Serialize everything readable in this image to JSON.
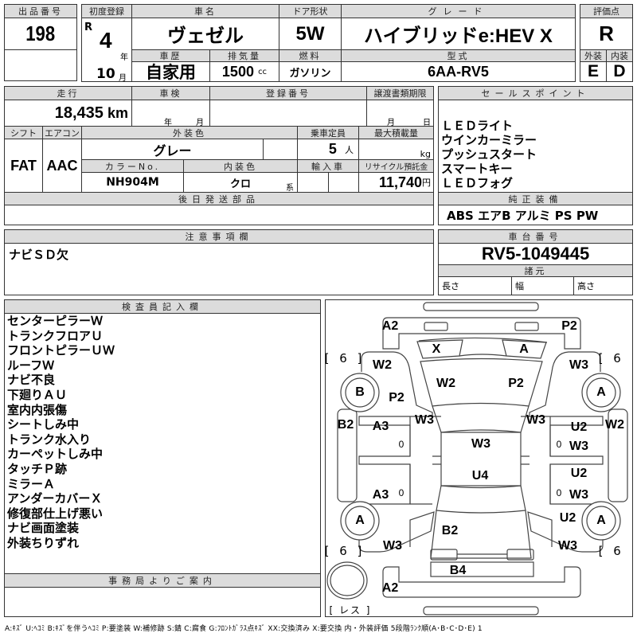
{
  "lot": {
    "label": "出品番号",
    "value": "198"
  },
  "first_reg": {
    "label": "初度登録",
    "era": "R",
    "year": "4",
    "year_unit": "年",
    "month": "10",
    "month_unit": "月"
  },
  "car_name": {
    "label": "車名",
    "value": "ヴェゼル"
  },
  "door": {
    "label": "ドア形状",
    "value": "5W"
  },
  "grade": {
    "label": "グレード",
    "value": "ハイブリッドe:HEV X"
  },
  "history": {
    "label": "車歴",
    "value": "自家用"
  },
  "displacement": {
    "label": "排気量",
    "value": "1500",
    "unit": "cc"
  },
  "fuel": {
    "label": "燃料",
    "value": "ガソリン"
  },
  "model": {
    "label": "型式",
    "value": "6AA-RV5"
  },
  "score": {
    "label": "評価点",
    "value": "R",
    "ext_label": "外装",
    "int_label": "内装",
    "ext": "E",
    "int": "D"
  },
  "mileage": {
    "label": "走行",
    "value": "18,435",
    "unit": "km"
  },
  "inspection": {
    "label": "車検",
    "year_unit": "年",
    "month_unit": "月"
  },
  "reg_no": {
    "label": "登録番号"
  },
  "transfer": {
    "label": "譲渡書類期限",
    "month_unit": "月",
    "day_unit": "日"
  },
  "shift": {
    "label": "シフト",
    "value": "FAT"
  },
  "ac": {
    "label": "エアコン",
    "value": "AAC"
  },
  "ext_color": {
    "label": "外装色",
    "value": "グレー"
  },
  "capacity": {
    "label": "乗車定員",
    "value": "5",
    "unit": "人"
  },
  "max_load": {
    "label": "最大積載量",
    "unit": "kg"
  },
  "color_no": {
    "label": "カラーNo.",
    "value": "NH904M"
  },
  "int_color": {
    "label": "内装色",
    "value": "クロ",
    "suffix": "系"
  },
  "import": {
    "label": "輸入車"
  },
  "recycle": {
    "label": "リサイクル預託金",
    "value": "11,740",
    "unit": "円"
  },
  "later_parts": {
    "label": "後日発送部品"
  },
  "sales_points": {
    "label": "セールスポイント",
    "items": [
      "ＬＥＤライト",
      "ウインカーミラー",
      "プッシュスタート",
      "スマートキー",
      "ＬＥＤフォグ"
    ]
  },
  "equipment": {
    "label": "純正装備",
    "value": "ABS エアB アルミ PS PW"
  },
  "notes": {
    "label": "注意事項欄",
    "value": "ナビＳＤ欠"
  },
  "chassis": {
    "label": "車台番号",
    "value": "RV5-1049445"
  },
  "specs": {
    "label": "諸元",
    "length": "長さ",
    "width": "幅",
    "height": "高さ"
  },
  "inspector": {
    "label": "検査員記入欄",
    "items": [
      "センターピラーＷ",
      "トランクフロアＵ",
      "フロントピラーＵＷ",
      "ルーフＷ",
      "ナビ不良",
      "下廻りＡＵ",
      "室内内張傷",
      "シートしみ中",
      "トランク水入り",
      "カーペットしみ中",
      "タッチＰ跡",
      "ミラーＡ",
      "アンダーカバーＸ",
      "修復部仕上げ悪い",
      "ナビ画面塗装",
      "外装ちりずれ"
    ]
  },
  "office": {
    "label": "事務局よりご案内"
  },
  "diagram": {
    "marks": [
      "A2",
      "P2",
      "X",
      "A",
      "W2",
      "W3",
      "W2",
      "P2",
      "B",
      "A",
      "P2",
      "B2",
      "A3",
      "W3",
      "W3",
      "U2",
      "W2",
      "W3",
      "W3",
      "U4",
      "U2",
      "A3",
      "W3",
      "A",
      "U2",
      "A",
      "B2",
      "W3",
      "W3",
      "B4",
      "A2",
      "0",
      "0",
      "0",
      "0"
    ],
    "tires": [
      "[ 6 ]",
      "[ 6 ]",
      "[ 6 ]",
      "[ 6 ]"
    ],
    "spare": "[ レス ]"
  },
  "legend": "A:ｷｽﾞ U:ﾍｺﾐ B:ｷｽﾞを伴うﾍｺﾐ P:要塗装 W:補修跡 S:錆 C:腐食 G:ﾌﾛﾝﾄｶﾞﾗｽ点ｷｽﾞ XX:交換済み X:要交換 内・外装評価 5段階ﾗﾝｸ順(A･B･C･D･E) 1"
}
